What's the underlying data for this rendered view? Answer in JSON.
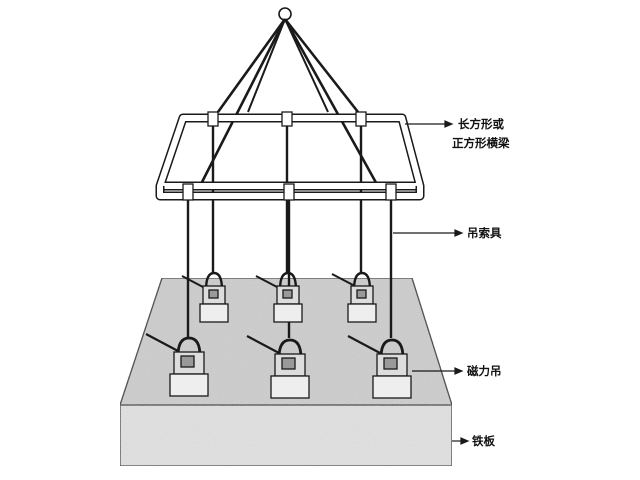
{
  "labels": {
    "frame_line1": "长方形或",
    "frame_line2": "正方形横梁",
    "sling": "吊索具",
    "magnet": "磁力吊",
    "plate": "铁板"
  },
  "colors": {
    "line": "#1a1a1a",
    "plate_top": "#c9c9c9",
    "plate_front": "#e6e6e6",
    "magnet_body": "#e4e4e4"
  }
}
